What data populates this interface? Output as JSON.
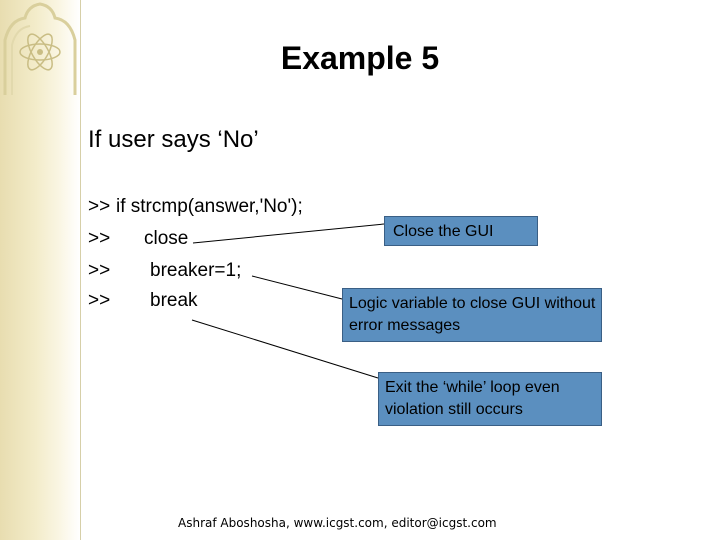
{
  "title": "Example 5",
  "subtitle": "If user says ‘No’",
  "code_lines": [
    {
      "prompt": ">>",
      "text": "if strcmp(answer,'No');"
    },
    {
      "prompt": ">>",
      "text": "close"
    },
    {
      "prompt": ">>",
      "text": "breaker=1;"
    },
    {
      "prompt": ">>",
      "text": "break"
    }
  ],
  "callouts": [
    {
      "text": "Close the GUI"
    },
    {
      "text": "Logic variable to close GUI without error messages"
    },
    {
      "text": "Exit the ‘while’ loop even violation still occurs"
    }
  ],
  "footer": "Ashraf Aboshosha, www.icgst.com, editor@icgst.com",
  "colors": {
    "callout_fill": "#5b8fbf",
    "sidebar": "#f3ecca"
  },
  "decoration": {
    "sidebar_icon": "atom-icon"
  }
}
